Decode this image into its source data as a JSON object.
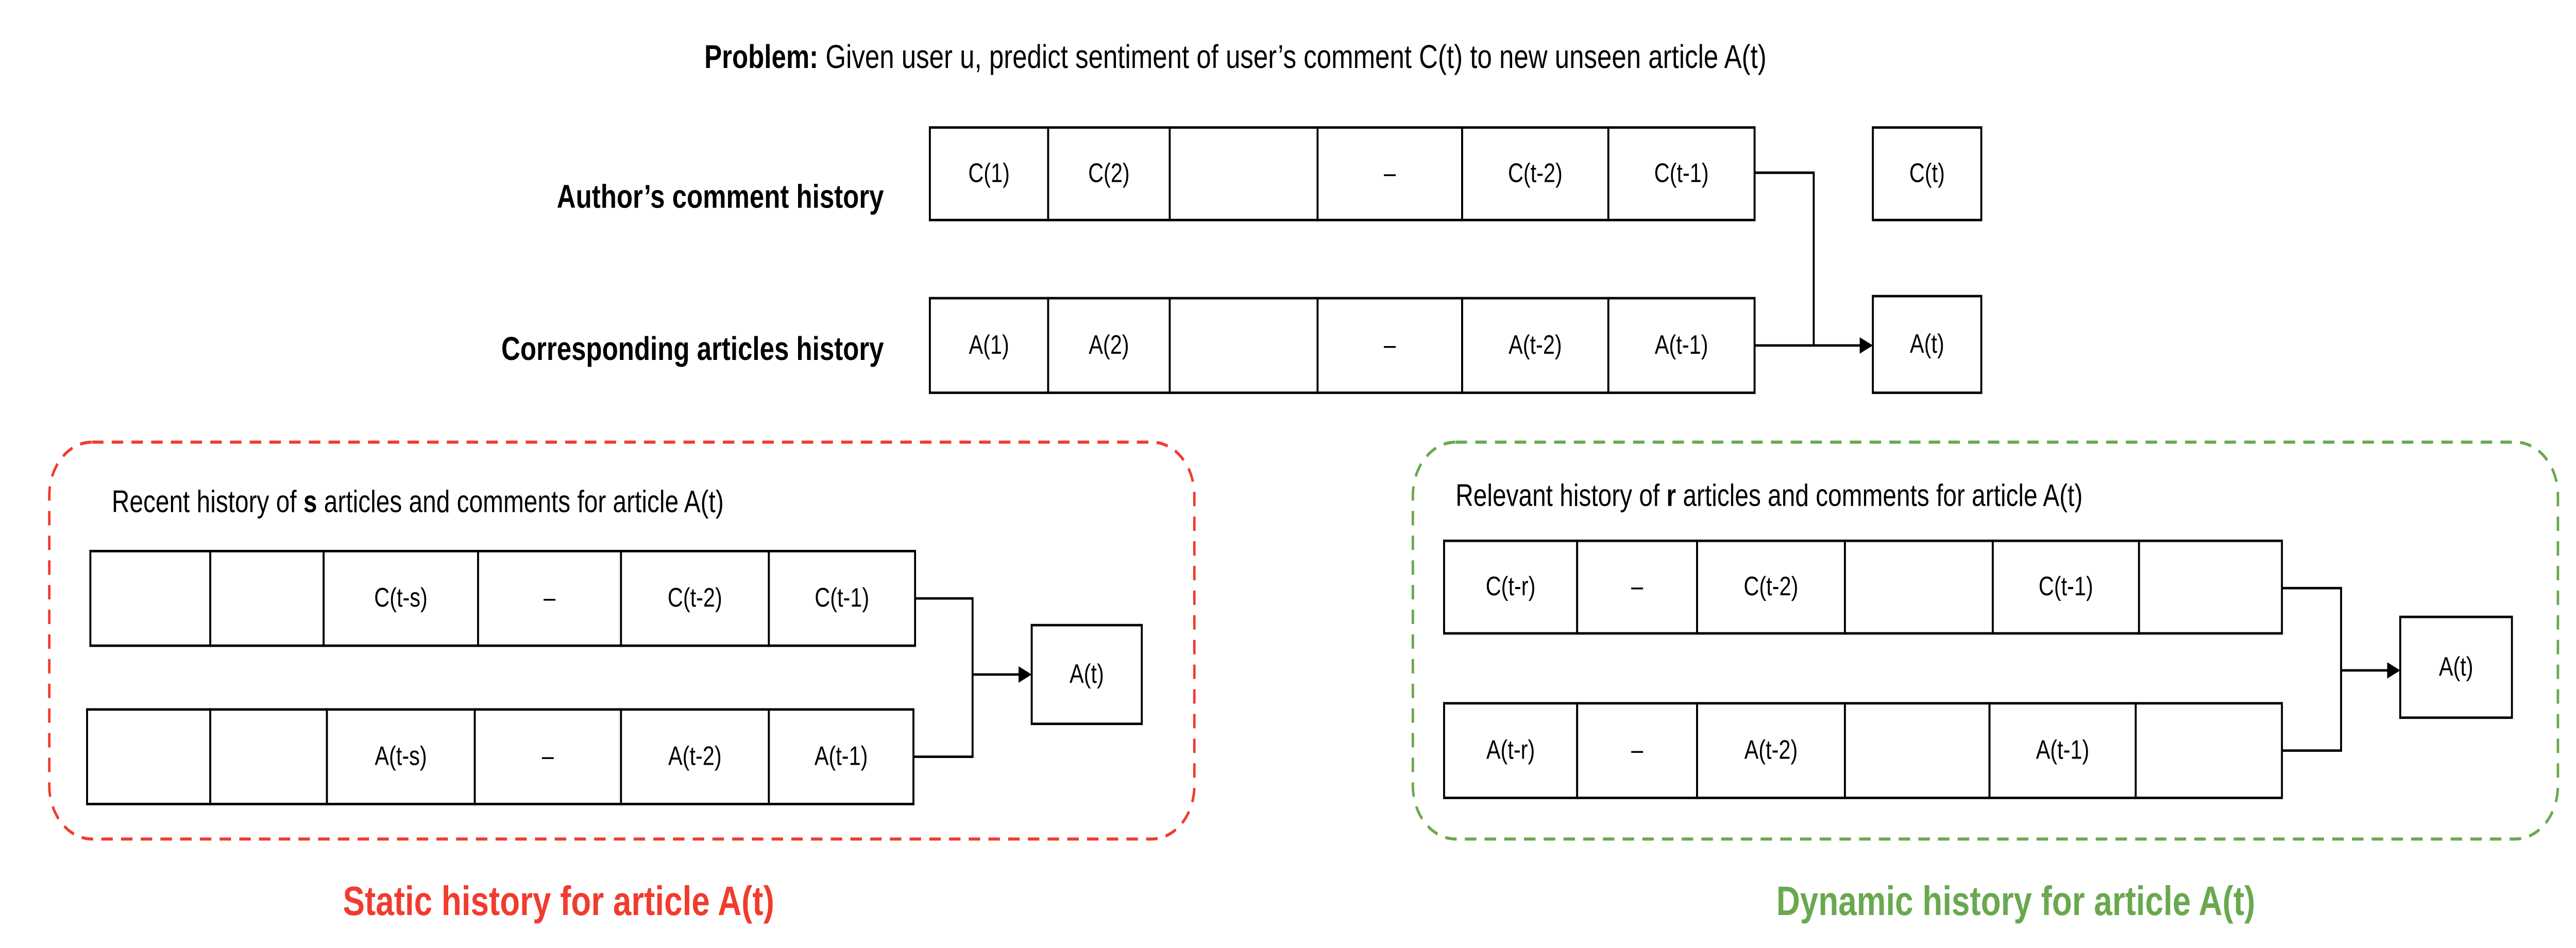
{
  "title": {
    "bold": "Problem:",
    "rest": " Given user u, predict sentiment of user’s comment C(t) to new unseen article A(t)"
  },
  "history": {
    "comment_label": "Author’s comment history",
    "article_label": "Corresponding articles history",
    "comment_cells": [
      "C(1)",
      "C(2)",
      "",
      "–",
      "C(t-2)",
      "C(t-1)"
    ],
    "article_cells": [
      "A(1)",
      "A(2)",
      "",
      "–",
      "A(t-2)",
      "A(t-1)"
    ],
    "target_comment": "C(t)",
    "target_article": "A(t)"
  },
  "static": {
    "color": "#f03c2e",
    "heading_pre": "Recent history of ",
    "heading_var": "s",
    "heading_post": " articles and comments for article A(t)",
    "comment_cells": [
      "",
      "",
      "C(t-s)",
      "–",
      "C(t-2)",
      "C(t-1)"
    ],
    "article_cells": [
      "",
      "",
      "A(t-s)",
      "–",
      "A(t-2)",
      "A(t-1)"
    ],
    "target": "A(t)",
    "caption": "Static history for article A(t)"
  },
  "dynamic": {
    "color": "#6aa84f",
    "heading_pre": "Relevant history of ",
    "heading_var": "r",
    "heading_post": " articles and comments for article A(t)",
    "comment_cells": [
      "C(t-r)",
      "–",
      "C(t-2)",
      "",
      "C(t-1)",
      ""
    ],
    "article_cells": [
      "A(t-r)",
      "–",
      "A(t-2)",
      "",
      "A(t-1)",
      ""
    ],
    "target": "A(t)",
    "caption": "Dynamic history for article A(t)"
  }
}
